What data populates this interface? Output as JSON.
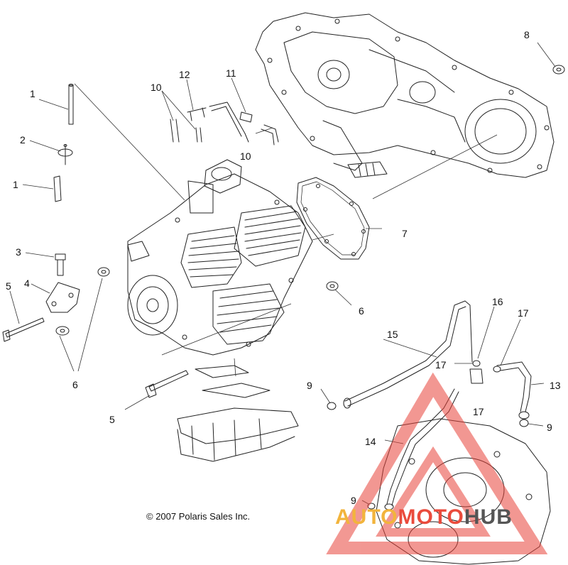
{
  "callouts": [
    "1",
    "2",
    "1",
    "3",
    "4",
    "5",
    "6",
    "5",
    "10",
    "12",
    "11",
    "10",
    "8",
    "7",
    "6",
    "15",
    "16",
    "17",
    "17",
    "13",
    "9",
    "17",
    "9",
    "14",
    "9"
  ],
  "copyright": "© 2007 Polaris Sales Inc.",
  "watermark": {
    "part1": "AUTO",
    "part2": "MOTO",
    "part3": "HUB",
    "colors": [
      "#f2b43c",
      "#ea4b3c",
      "#555555"
    ]
  }
}
